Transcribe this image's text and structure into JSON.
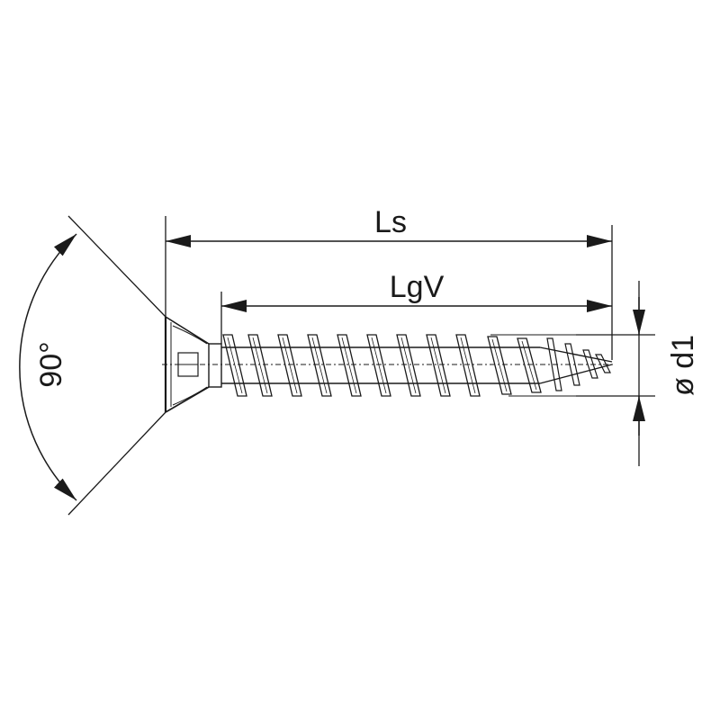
{
  "diagram": {
    "labels": {
      "angle": "90°",
      "overall_length": "Ls",
      "thread_length": "LgV",
      "diameter": "ø d1"
    },
    "colors": {
      "line": "#1a1a1a",
      "background": "#ffffff"
    }
  }
}
